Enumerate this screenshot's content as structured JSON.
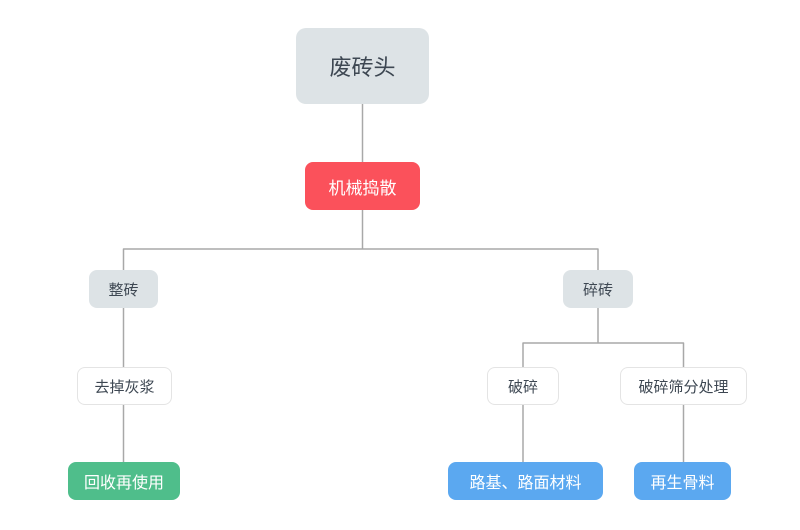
{
  "nodes": {
    "root": {
      "label": "废砖头"
    },
    "process": {
      "label": "机械捣散"
    },
    "whole_brick": {
      "label": "整砖"
    },
    "broken_brick": {
      "label": "碎砖"
    },
    "remove_mortar": {
      "label": "去掉灰浆"
    },
    "crush": {
      "label": "破碎"
    },
    "crush_screen": {
      "label": "破碎筛分处理"
    },
    "recycle_reuse": {
      "label": "回收再使用"
    },
    "road_material": {
      "label": "路基、路面材料"
    },
    "recycled_aggregate": {
      "label": "再生骨料"
    }
  },
  "colors": {
    "gray_node_bg": "#dde3e6",
    "white_node_bg": "#ffffff",
    "red_node_bg": "#fb515b",
    "green_node_bg": "#4fbe8b",
    "blue_node_bg": "#5ba8f0",
    "dark_text": "#3d4752",
    "light_text": "#ffffff",
    "connector": "#a8a8a8",
    "page_bg": "#ffffff"
  }
}
